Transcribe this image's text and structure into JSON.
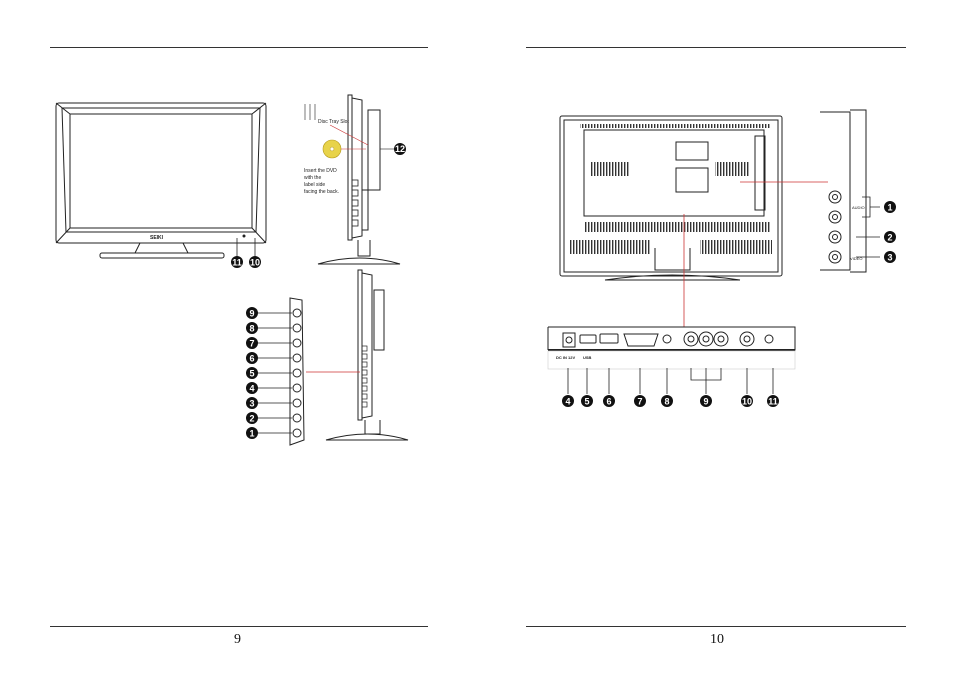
{
  "pages": {
    "left_number": "9",
    "right_number": "10"
  },
  "left": {
    "brand": "SEIKI",
    "disc_label": "Disc Tray Slot",
    "insert_note": [
      "Insert the DVD",
      "with the",
      "label side",
      "facing the back."
    ],
    "callouts": {
      "front": [
        "11",
        "10"
      ],
      "side": [
        "12"
      ],
      "panel": [
        "9",
        "8",
        "7",
        "6",
        "5",
        "4",
        "3",
        "2",
        "1"
      ]
    }
  },
  "right": {
    "side_callouts": [
      "1",
      "2",
      "3"
    ],
    "side_labels": [
      "AUDIO",
      "VIDEO"
    ],
    "io_labels": [
      "DC IN 12V",
      "USB"
    ],
    "io_callouts": [
      "4",
      "5",
      "6",
      "7",
      "8",
      "9",
      "10",
      "11"
    ]
  },
  "colors": {
    "line": "#222222",
    "accent_red": "#cc3333",
    "disc": "#e8d34a",
    "badge": "#111111"
  }
}
